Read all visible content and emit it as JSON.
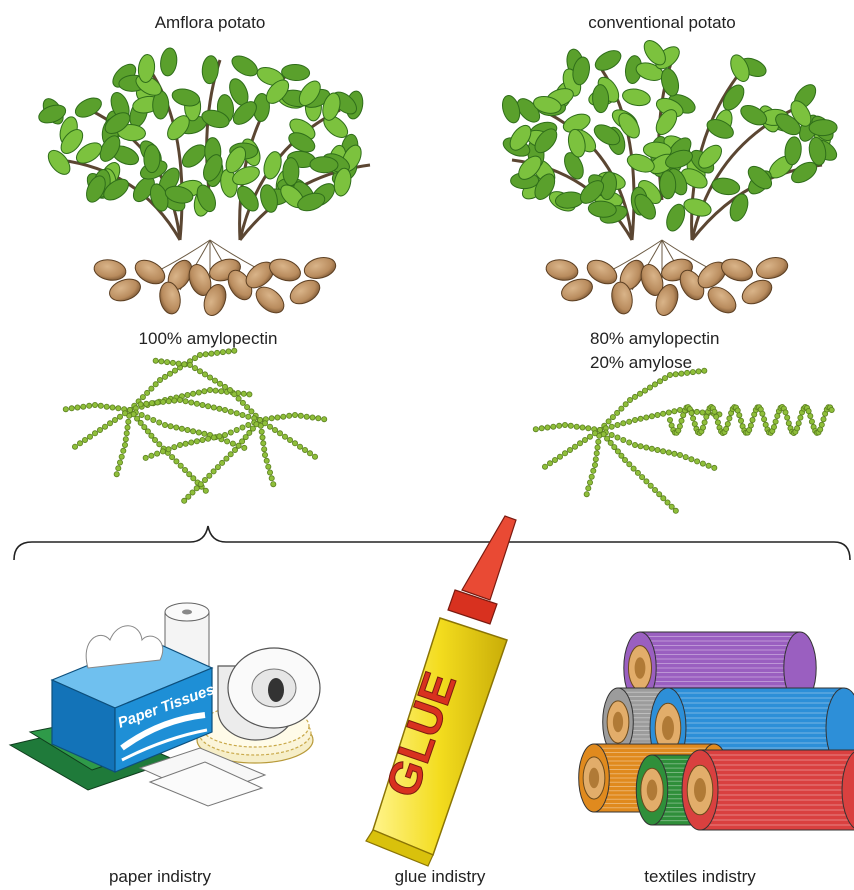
{
  "potatoes": {
    "amflora": {
      "title": "Amflora potato",
      "composition": [
        "100% amylopectin"
      ]
    },
    "conventional": {
      "title": "conventional potato",
      "composition": [
        "80% amylopectin",
        "20% amylose"
      ]
    }
  },
  "industries": [
    {
      "label": "paper indistry",
      "icon": "paper-products-icon"
    },
    {
      "label": "glue indistry",
      "icon": "glue-tube-icon",
      "tube_text": "GLUE"
    },
    {
      "label": "textiles indistry",
      "icon": "thread-spools-icon"
    }
  ],
  "product_labels": {
    "tissue_box": "Paper Tissues"
  },
  "colors": {
    "leaf": "#5aa02c",
    "leaf_dark": "#2f6d1a",
    "stem": "#5b4632",
    "tuber": "#b98c5e",
    "molecule": "#5a7f1f",
    "tissue_box": "#1e8fd6",
    "glue_tube": "#f3dc1e",
    "glue_cap": "#d8311f",
    "spools": [
      "#9a5fc0",
      "#2d8fd8",
      "#9c9c9c",
      "#e08a1e",
      "#2f8f3a",
      "#d9403f"
    ]
  }
}
